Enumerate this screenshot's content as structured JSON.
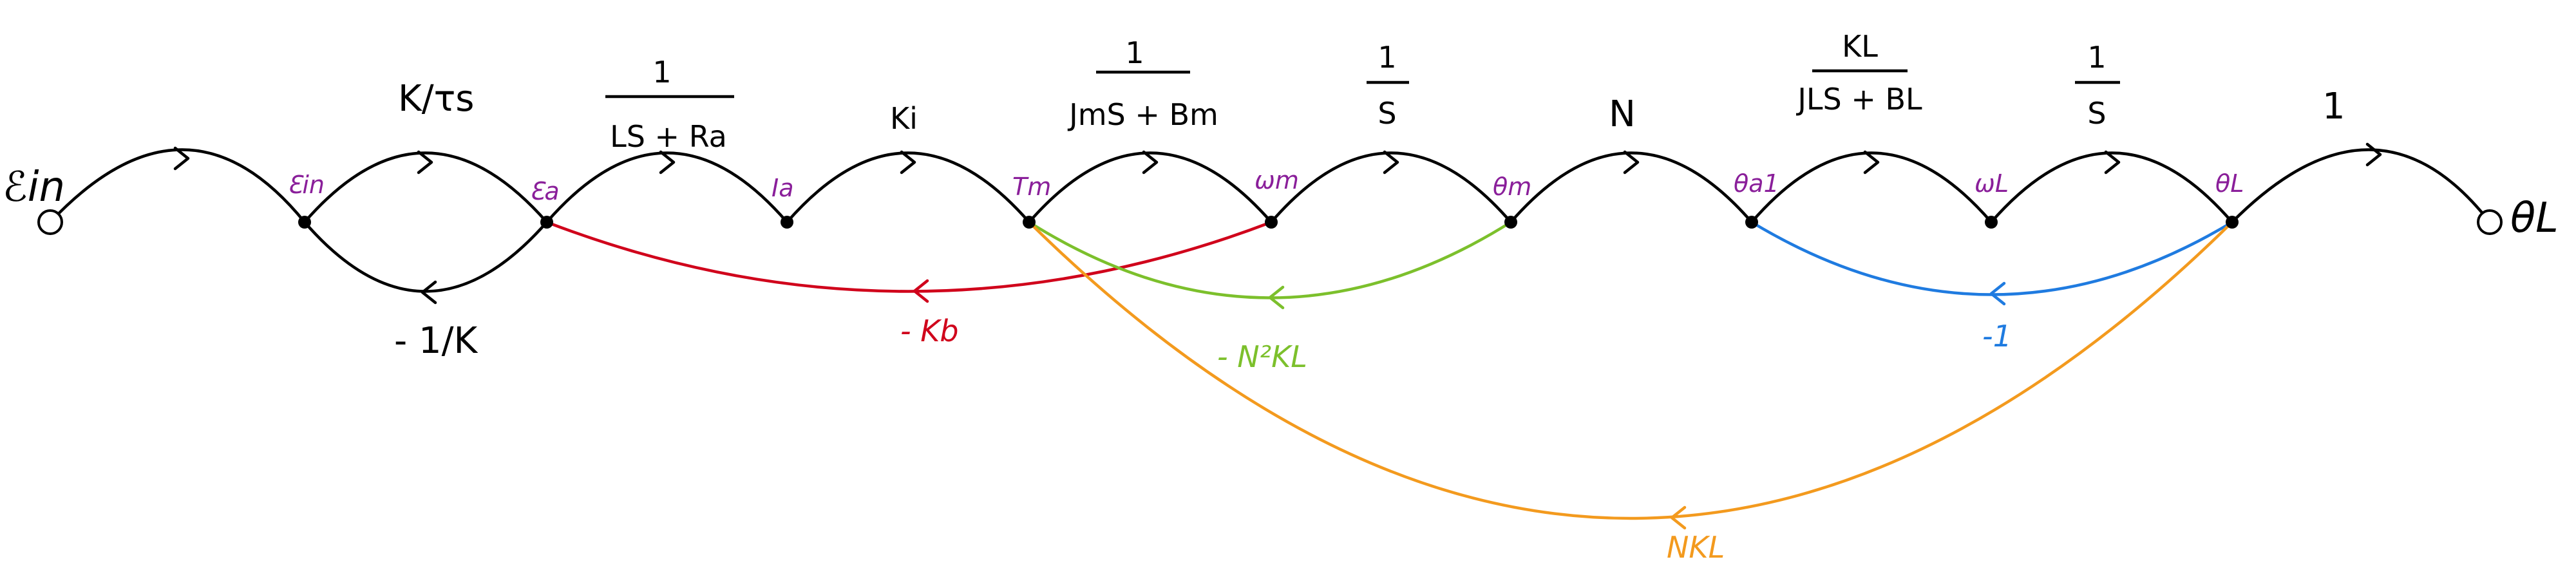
{
  "colors": {
    "ink": "#000000",
    "node_label": "#8a1f9a",
    "back_emf": "#d0021b",
    "load_torque": "#7cc02c",
    "shaft_speed": "#1f7be0",
    "load_angle": "#f39a1e"
  },
  "io": {
    "input": "ℰin",
    "output": "θL"
  },
  "nodes": [
    "Ɛin",
    "Ɛa",
    "Ia",
    "Tm",
    "ωm",
    "θm",
    "θa1",
    "ωL",
    "θL"
  ],
  "forward_gains": [
    {
      "num": "K/τs",
      "den": ""
    },
    {
      "num": "1",
      "den": "LS + Ra"
    },
    {
      "num": "Ki",
      "den": ""
    },
    {
      "num": "1",
      "den": "JmS + Bm"
    },
    {
      "num": "1",
      "den": "S"
    },
    {
      "num": "N",
      "den": ""
    },
    {
      "num": "KL",
      "den": "JLS + BL"
    },
    {
      "num": "1",
      "den": "S"
    },
    {
      "num": "1",
      "den": ""
    }
  ],
  "loop_gain": "- 1/K",
  "feedback": {
    "back_emf": "- Kb",
    "load_torque": "- N²KL",
    "shaft_speed": "-1",
    "load_angle": "NKL"
  }
}
